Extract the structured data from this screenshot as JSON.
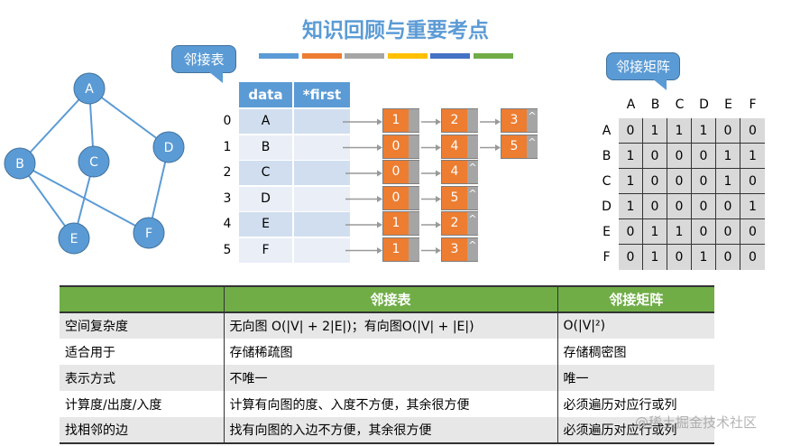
{
  "title": "知识回顾与重要考点",
  "bar_colors": [
    "#5b9bd5",
    "#ed7d31",
    "#a5a5a5",
    "#ffc000",
    "#4472c4",
    "#70ad47"
  ],
  "graph": {
    "nodes": [
      {
        "id": "A"
      },
      {
        "id": "B"
      },
      {
        "id": "C"
      },
      {
        "id": "D"
      },
      {
        "id": "E"
      },
      {
        "id": "F"
      }
    ],
    "edges": [
      [
        "A",
        "B"
      ],
      [
        "A",
        "C"
      ],
      [
        "A",
        "D"
      ],
      [
        "B",
        "E"
      ],
      [
        "B",
        "F"
      ],
      [
        "C",
        "E"
      ],
      [
        "D",
        "F"
      ]
    ]
  },
  "adj_list": {
    "callout": "邻接表",
    "headers": [
      "data",
      "*first"
    ],
    "rows": [
      {
        "index": "0",
        "data": "A",
        "edges": [
          "1",
          "2",
          "3"
        ]
      },
      {
        "index": "1",
        "data": "B",
        "edges": [
          "0",
          "4",
          "5"
        ]
      },
      {
        "index": "2",
        "data": "C",
        "edges": [
          "0",
          "4"
        ]
      },
      {
        "index": "3",
        "data": "D",
        "edges": [
          "0",
          "5"
        ]
      },
      {
        "index": "4",
        "data": "E",
        "edges": [
          "1",
          "2"
        ]
      },
      {
        "index": "5",
        "data": "F",
        "edges": [
          "1",
          "3"
        ]
      }
    ],
    "null_symbol": "^"
  },
  "adj_matrix": {
    "callout": "邻接矩阵",
    "labels": [
      "A",
      "B",
      "C",
      "D",
      "E",
      "F"
    ],
    "values": [
      [
        0,
        1,
        1,
        1,
        0,
        0
      ],
      [
        1,
        0,
        0,
        0,
        1,
        1
      ],
      [
        1,
        0,
        0,
        0,
        1,
        0
      ],
      [
        1,
        0,
        0,
        0,
        0,
        1
      ],
      [
        0,
        1,
        1,
        0,
        0,
        0
      ],
      [
        0,
        1,
        0,
        1,
        0,
        0
      ]
    ]
  },
  "comparison": {
    "headers": [
      "",
      "邻接表",
      "邻接矩阵"
    ],
    "rows": [
      [
        "空间复杂度",
        "无向图 O(|V| + 2|E|)；有向图O(|V| + |E|)",
        "O(|V|²)"
      ],
      [
        "适合用于",
        "存储稀疏图",
        "存储稠密图"
      ],
      [
        "表示方式",
        "不唯一",
        "唯一"
      ],
      [
        "计算度/出度/入度",
        "计算有向图的度、入度不方便，其余很方便",
        "必须遍历对应行或列"
      ],
      [
        "找相邻的边",
        "找有向图的入边不方便，其余很方便",
        "必须遍历对应行或列"
      ]
    ]
  },
  "watermark": "@稀土掘金技术社区"
}
